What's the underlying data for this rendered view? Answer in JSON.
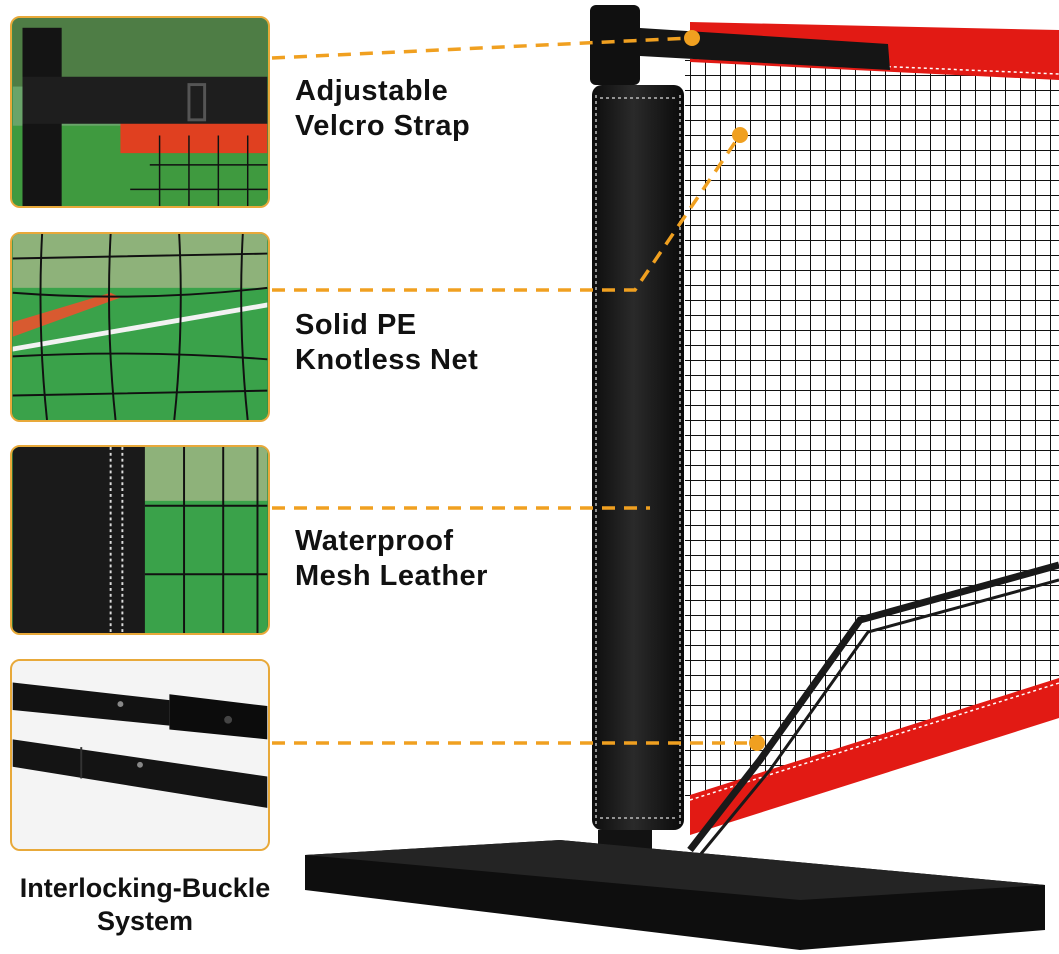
{
  "colors": {
    "accent": "#f0a020",
    "net_red": "#e21a14",
    "post_black": "#161616",
    "turf_green": "#3aa24a"
  },
  "features": [
    {
      "id": "velcro",
      "label_lines": [
        "Adjustable",
        "Velcro Strap"
      ]
    },
    {
      "id": "net",
      "label_lines": [
        "Solid PE",
        "Knotless Net"
      ]
    },
    {
      "id": "mesh",
      "label_lines": [
        "Waterproof",
        "Mesh Leather"
      ]
    },
    {
      "id": "buckle",
      "label_lines": [
        "Interlocking-Buckle",
        "System"
      ]
    }
  ]
}
